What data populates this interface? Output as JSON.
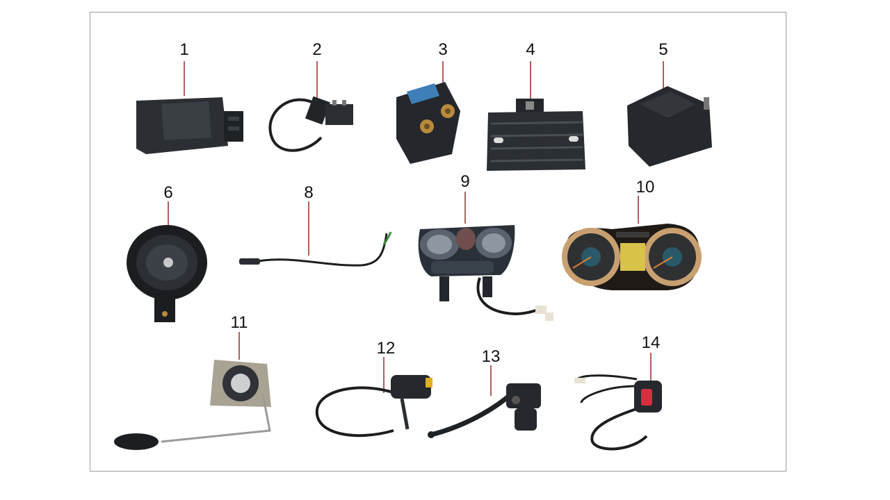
{
  "parts": [
    {
      "number": "1",
      "icon": "cdi-unit-icon"
    },
    {
      "number": "2",
      "icon": "ignition-coil-icon"
    },
    {
      "number": "3",
      "icon": "starter-relay-icon"
    },
    {
      "number": "4",
      "icon": "voltage-regulator-icon"
    },
    {
      "number": "5",
      "icon": "flasher-relay-icon"
    },
    {
      "number": "6",
      "icon": "horn-icon"
    },
    {
      "number": "8",
      "icon": "brake-switch-icon"
    },
    {
      "number": "9",
      "icon": "speedometer-assembly-icon"
    },
    {
      "number": "10",
      "icon": "instrument-cluster-icon"
    },
    {
      "number": "11",
      "icon": "fuel-sender-icon"
    },
    {
      "number": "12",
      "icon": "handlebar-switch-left-icon"
    },
    {
      "number": "13",
      "icon": "clutch-lever-icon"
    },
    {
      "number": "14",
      "icon": "handlebar-switch-right-icon"
    }
  ],
  "colors": {
    "leader": "#b06060",
    "part_dark": "#262a2e",
    "dial_ring": "#c8a070"
  }
}
